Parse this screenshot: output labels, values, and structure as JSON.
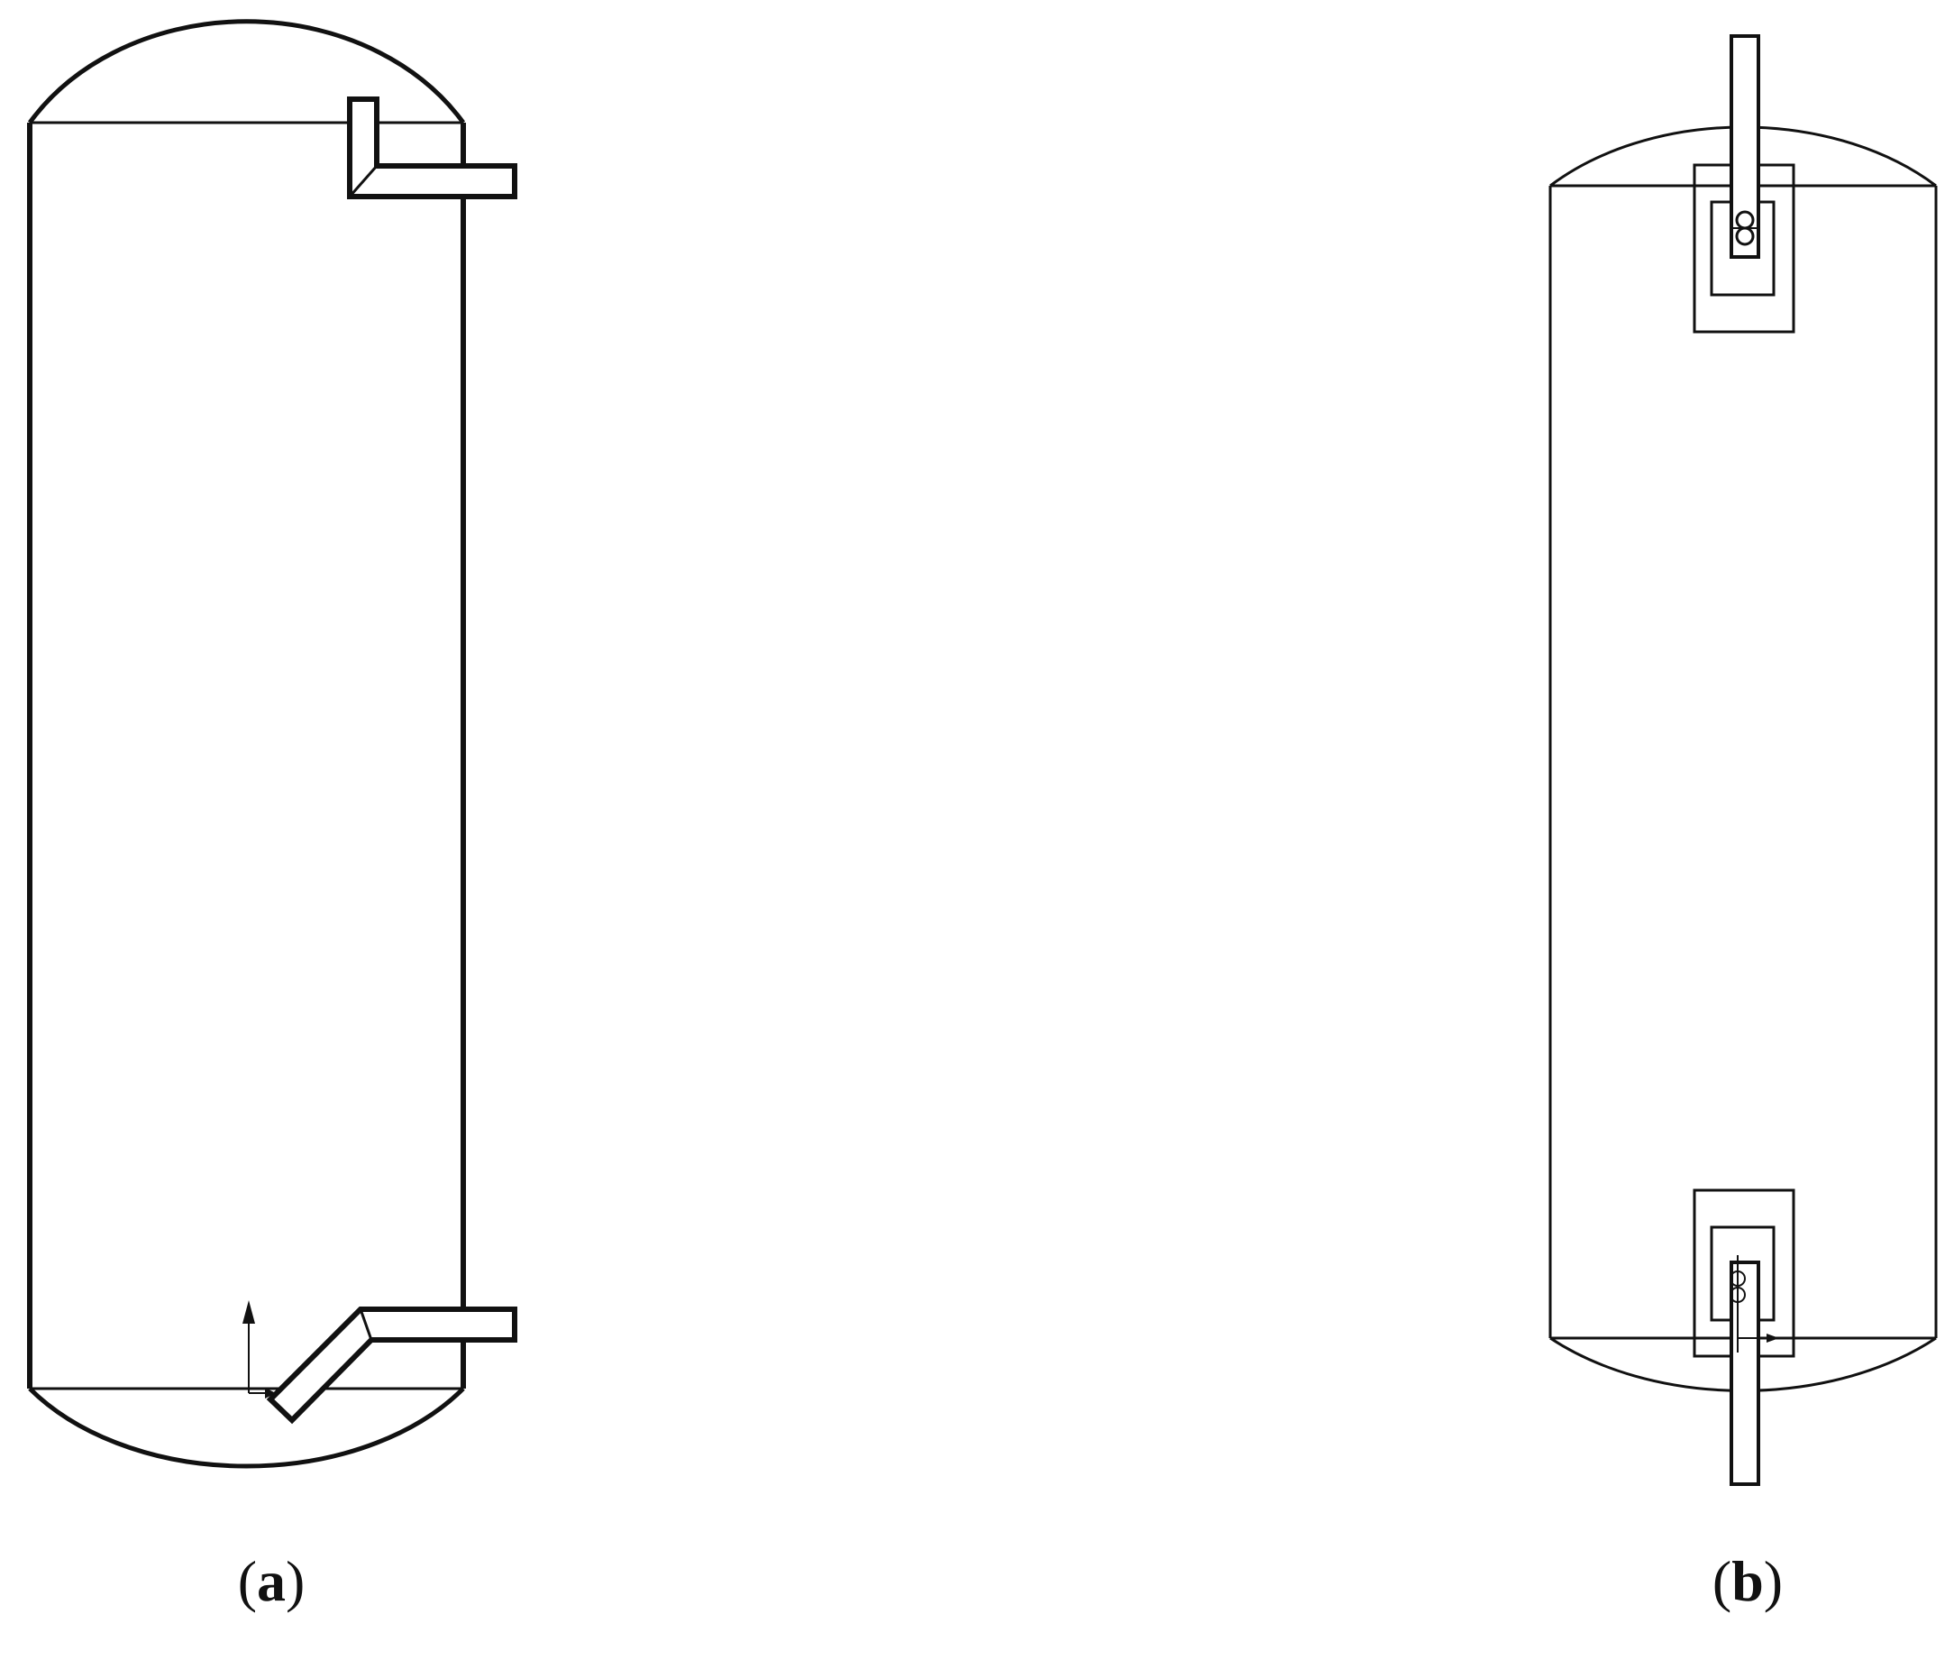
{
  "figure": {
    "panels": [
      {
        "id": "a",
        "open": "(",
        "letter": "a",
        "close": ")"
      },
      {
        "id": "b",
        "open": "(",
        "letter": "b",
        "close": ")"
      }
    ]
  },
  "style": {
    "line_color": "#111111",
    "background": "#ffffff"
  }
}
